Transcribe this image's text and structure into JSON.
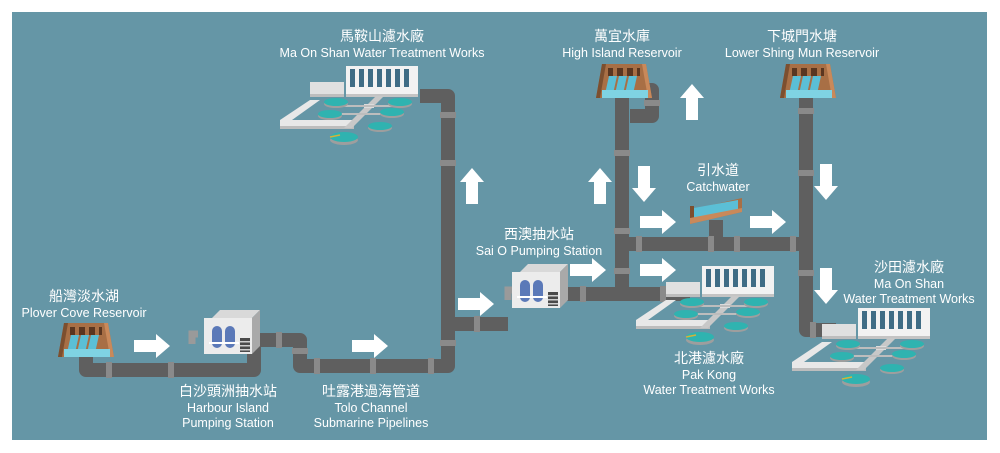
{
  "title": "Water supply flow diagram",
  "colors": {
    "background": "#6596a6",
    "pipe": "#5f5f5f",
    "pipe_joint": "#8a8a8a",
    "arrow": "#ffffff",
    "dam_wood": "#a86f45",
    "water": "#5bbfd6",
    "building": "#ececec",
    "tank": "#2fb3b0",
    "pump_window": "#5b79b8"
  },
  "nodes": {
    "plover_cove": {
      "zh": "船灣淡水湖",
      "en": [
        "Plover Cove Reservoir"
      ],
      "type": "reservoir",
      "icon": "dam-icon"
    },
    "harbour_island": {
      "zh": "白沙頭洲抽水站",
      "en": [
        "Harbour Island",
        "Pumping Station"
      ],
      "type": "pumping-station",
      "icon": "pumping-station-icon"
    },
    "tolo_channel": {
      "zh": "吐露港過海管道",
      "en": [
        "Tolo Channel",
        "Submarine Pipelines"
      ],
      "type": "pipeline"
    },
    "ma_on_shan_wtw": {
      "zh": "馬鞍山濾水廠",
      "en": [
        "Ma On Shan Water Treatment Works"
      ],
      "type": "treatment-works",
      "icon": "treatment-works-icon"
    },
    "sai_o": {
      "zh": "西澳抽水站",
      "en": [
        "Sai O Pumping Station"
      ],
      "type": "pumping-station",
      "icon": "pumping-station-icon"
    },
    "high_island": {
      "zh": "萬宜水庫",
      "en": [
        "High Island Reservoir"
      ],
      "type": "reservoir",
      "icon": "dam-icon"
    },
    "catchwater": {
      "zh": "引水道",
      "en": [
        "Catchwater"
      ],
      "type": "catchwater",
      "icon": "catchwater-icon"
    },
    "lower_shing_mun": {
      "zh": "下城門水塘",
      "en": [
        "Lower Shing Mun Reservoir"
      ],
      "type": "reservoir",
      "icon": "dam-icon"
    },
    "pak_kong": {
      "zh": "北港濾水廠",
      "en": [
        "Pak Kong",
        "Water Treatment Works"
      ],
      "type": "treatment-works",
      "icon": "treatment-works-icon"
    },
    "sha_tin": {
      "zh": "沙田濾水廠",
      "en": [
        "Ma On Shan",
        "Water Treatment Works"
      ],
      "type": "treatment-works",
      "icon": "treatment-works-icon"
    }
  },
  "flows": [
    {
      "from": "plover_cove",
      "to": "harbour_island",
      "direction": "right"
    },
    {
      "from": "harbour_island",
      "to": "tolo_channel",
      "direction": "right"
    },
    {
      "from": "tolo_channel",
      "to": "sai_o",
      "direction": "right"
    },
    {
      "from": "sai_o",
      "to": "ma_on_shan_wtw",
      "direction": "up"
    },
    {
      "from": "sai_o",
      "to": "pak_kong",
      "direction": "right"
    },
    {
      "from": "sai_o",
      "to": "high_island",
      "direction": "up"
    },
    {
      "from": "high_island",
      "to": "catchwater",
      "direction": "down"
    },
    {
      "from": "catchwater",
      "to": "lower_shing_mun",
      "direction": "right"
    },
    {
      "from": "lower_shing_mun",
      "to": "sha_tin",
      "direction": "down"
    }
  ]
}
